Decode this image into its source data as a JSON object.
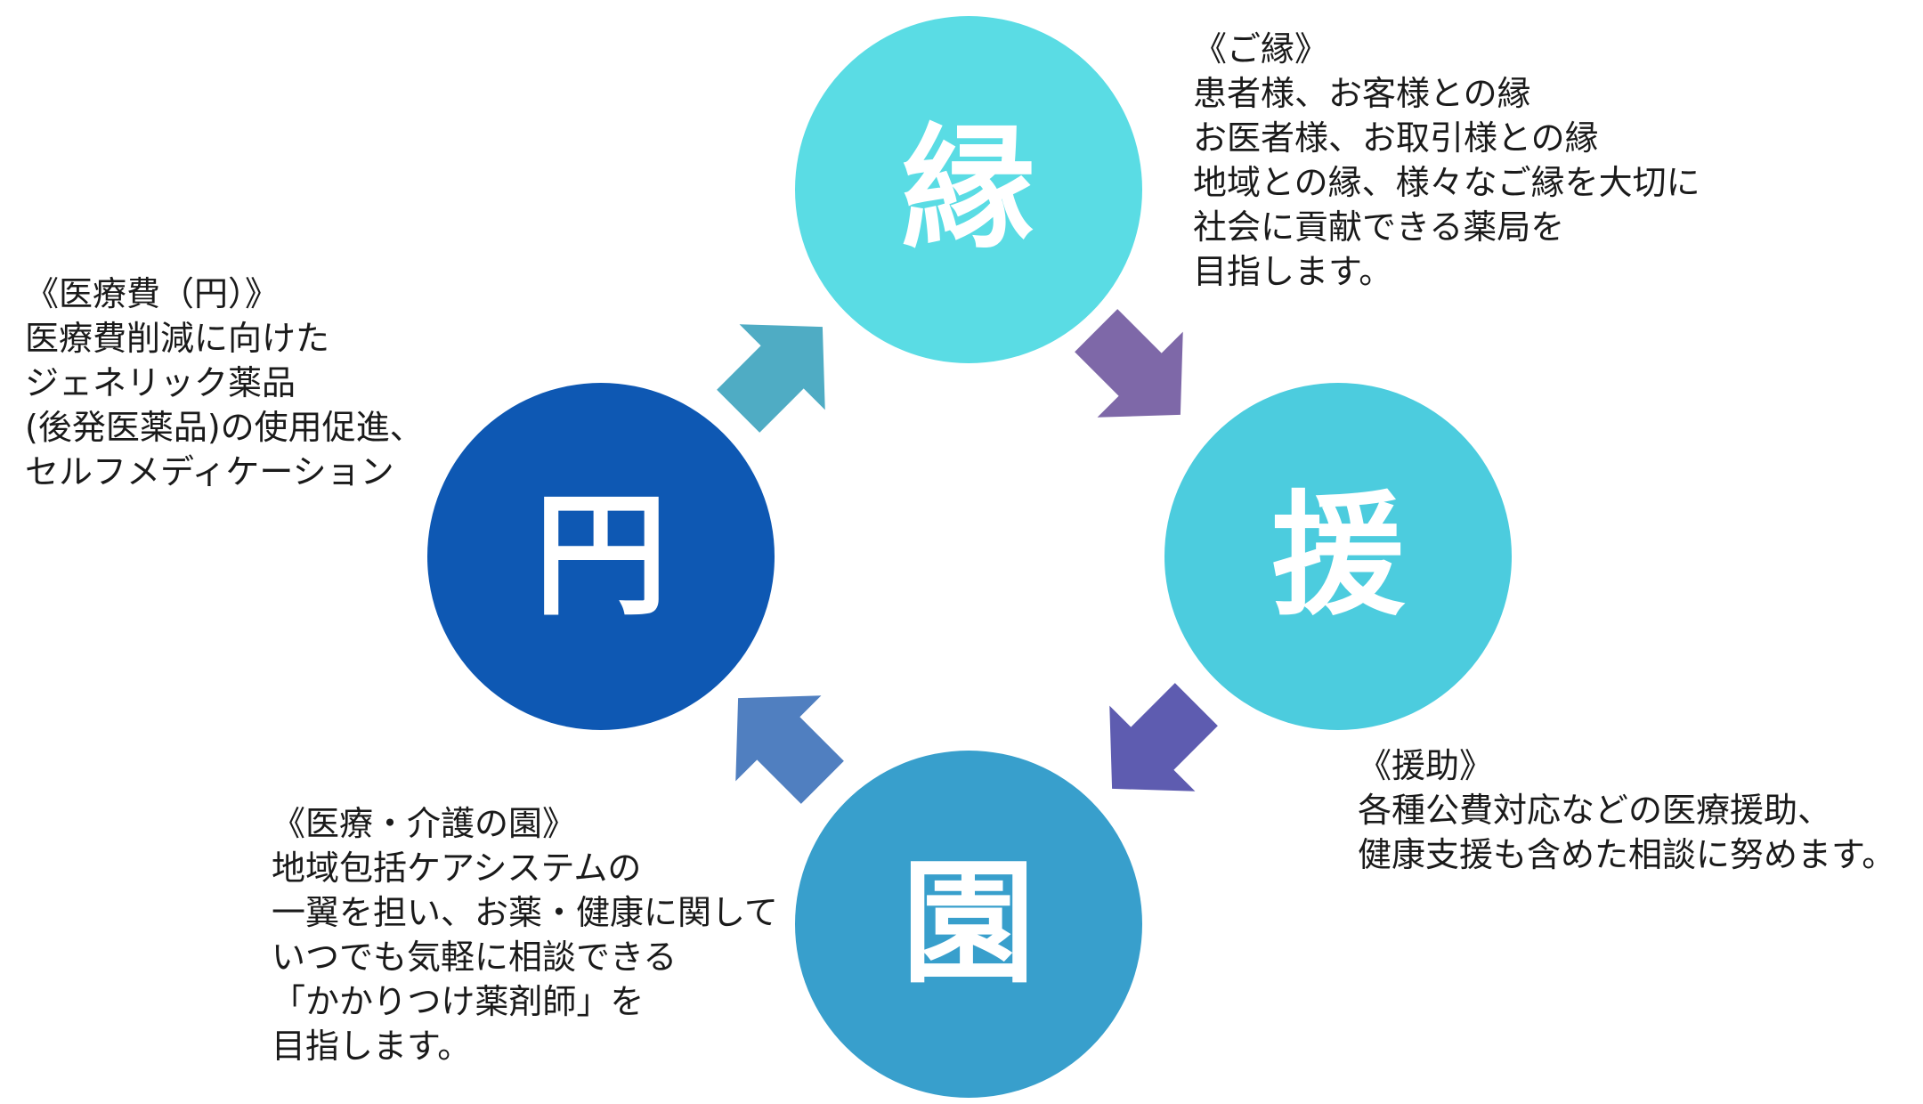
{
  "nodes": {
    "en": {
      "kanji": "縁",
      "color": "#5ADCE4",
      "heading": "《ご縁》",
      "lines": [
        "患者様、お客様との縁",
        "お医者様、お取引様との縁",
        "地域との縁、様々なご縁を大切に",
        "社会に貢献できる薬局を",
        "目指します。"
      ]
    },
    "support": {
      "kanji": "援",
      "color": "#4CCCDE",
      "heading": "《援助》",
      "lines": [
        "各種公費対応などの医療援助、",
        "健康支援も含めた相談に努めます。"
      ]
    },
    "garden": {
      "kanji": "園",
      "color": "#389FCC",
      "heading": "《医療・介護の園》",
      "lines": [
        "地域包括ケアシステムの",
        "一翼を担い、お薬・健康に関して",
        "いつでも気軽に相談できる",
        "「かかりつけ薬剤師」を",
        "目指します。"
      ]
    },
    "yen": {
      "kanji": "円",
      "color": "#0E58B3",
      "heading": "《医療費（円）》",
      "lines": [
        "医療費削減に向けた",
        "ジェネリック薬品",
        "(後発医薬品)の使用促進、",
        "セルフメディケーション"
      ]
    }
  },
  "arrows": {
    "en_to_support": {
      "color": "#7E68A8"
    },
    "support_to_garden": {
      "color": "#5E5CB0"
    },
    "garden_to_yen": {
      "color": "#507FC0"
    },
    "yen_to_en": {
      "color": "#4FACC4"
    }
  }
}
